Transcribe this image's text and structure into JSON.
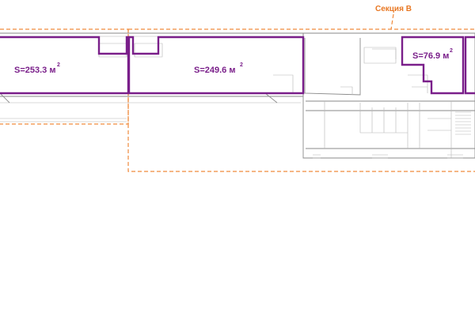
{
  "section": {
    "label": "Секция В"
  },
  "units": [
    {
      "id": "unit-1",
      "area_value": "S=253.3 м",
      "area_sup": "2"
    },
    {
      "id": "unit-2",
      "area_value": "S=249.6 м",
      "area_sup": "2"
    },
    {
      "id": "unit-3",
      "area_value": "S=76.9 м",
      "area_sup": "2"
    }
  ],
  "colors": {
    "section_boundary": "#f08a3c",
    "tenant_outline": "#7a1f8a",
    "walls": "#8a8a8a"
  }
}
